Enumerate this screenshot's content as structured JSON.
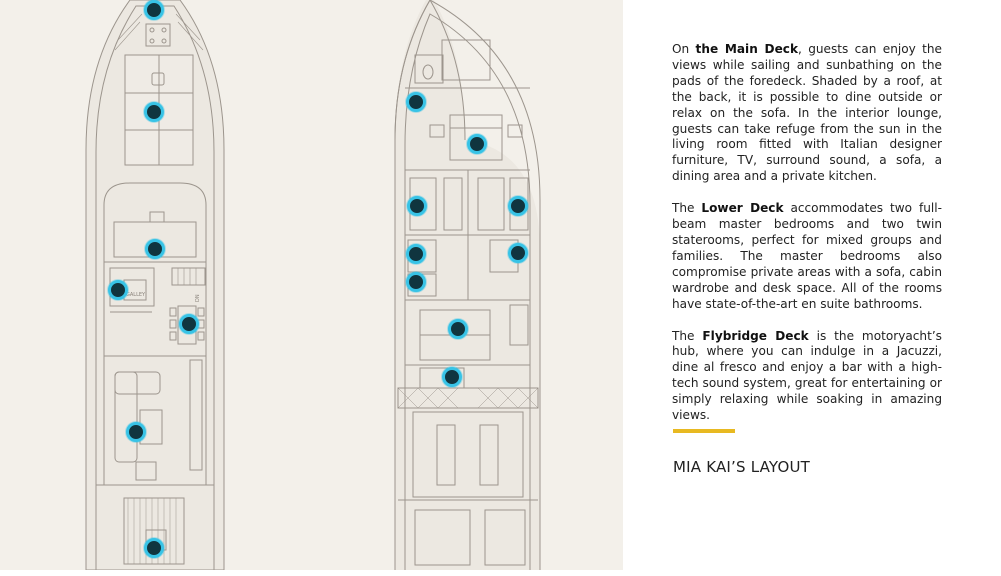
{
  "plan": {
    "labels": {
      "galley": "GALLEY",
      "dn": "DN"
    },
    "hotspots": [
      {
        "id": "main-bow"
      },
      {
        "id": "main-foredeck"
      },
      {
        "id": "main-helm"
      },
      {
        "id": "main-galley"
      },
      {
        "id": "main-dining"
      },
      {
        "id": "main-lounge"
      },
      {
        "id": "main-aft"
      },
      {
        "id": "lower-bow-bath"
      },
      {
        "id": "lower-master-fwd"
      },
      {
        "id": "lower-twin-port"
      },
      {
        "id": "lower-twin-stbd"
      },
      {
        "id": "lower-bath-port-1"
      },
      {
        "id": "lower-bath-port-2"
      },
      {
        "id": "lower-bath-stbd"
      },
      {
        "id": "lower-master-aft"
      },
      {
        "id": "lower-aft-bath"
      }
    ]
  },
  "description": {
    "main_pre": "On ",
    "main_name": "the Main Deck",
    "main_text": ", guests can enjoy the views while sailing and sunbathing on the pads of the foredeck. Shaded by a roof, at the back, it is possible to dine outside or relax on the sofa. In the interior lounge, guests can take refuge from the sun in the living room fitted with Italian designer furniture, TV, surround sound, a sofa, a dining area and a private kitchen.",
    "lower_pre": "The ",
    "lower_name": "Lower Deck",
    "lower_text": " accommodates two full-beam master bedrooms and two twin staterooms, perfect for mixed groups and families. The master bedrooms also compromise private areas with a sofa, cabin wardrobe and desk space. All of the rooms have state-of-the-art en suite bathrooms.",
    "fly_pre": "The ",
    "fly_name": "Flybridge Deck",
    "fly_text": " is the motoryacht’s hub, where you can indulge in a Jacuzzi, dine al fresco and enjoy a bar with a high-tech sound system, great for entertaining or simply relaxing while soaking in amazing views."
  },
  "title": "MIA KAI’S LAYOUT",
  "colors": {
    "accent": "#e8b921",
    "hotspot_fill": "#10353f",
    "hotspot_ring": "#38c3e6",
    "plan_bg": "#f3f0ea",
    "hull_line": "#9c958d"
  }
}
